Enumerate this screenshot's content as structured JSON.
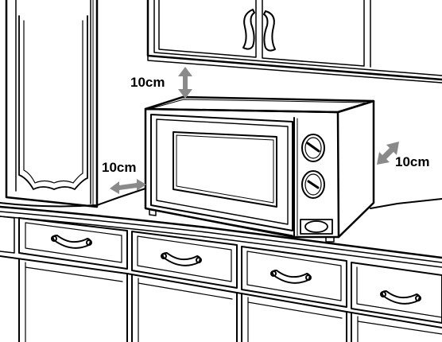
{
  "clearances": {
    "top": "10cm",
    "left": "10cm",
    "right": "10cm"
  },
  "colors": {
    "line": "#000000",
    "arrow": "#8a8a8a",
    "background": "#ffffff"
  },
  "icons": [
    "double-headed-arrow-icon",
    "microwave-oven-icon",
    "cabinet-handle-icon"
  ]
}
